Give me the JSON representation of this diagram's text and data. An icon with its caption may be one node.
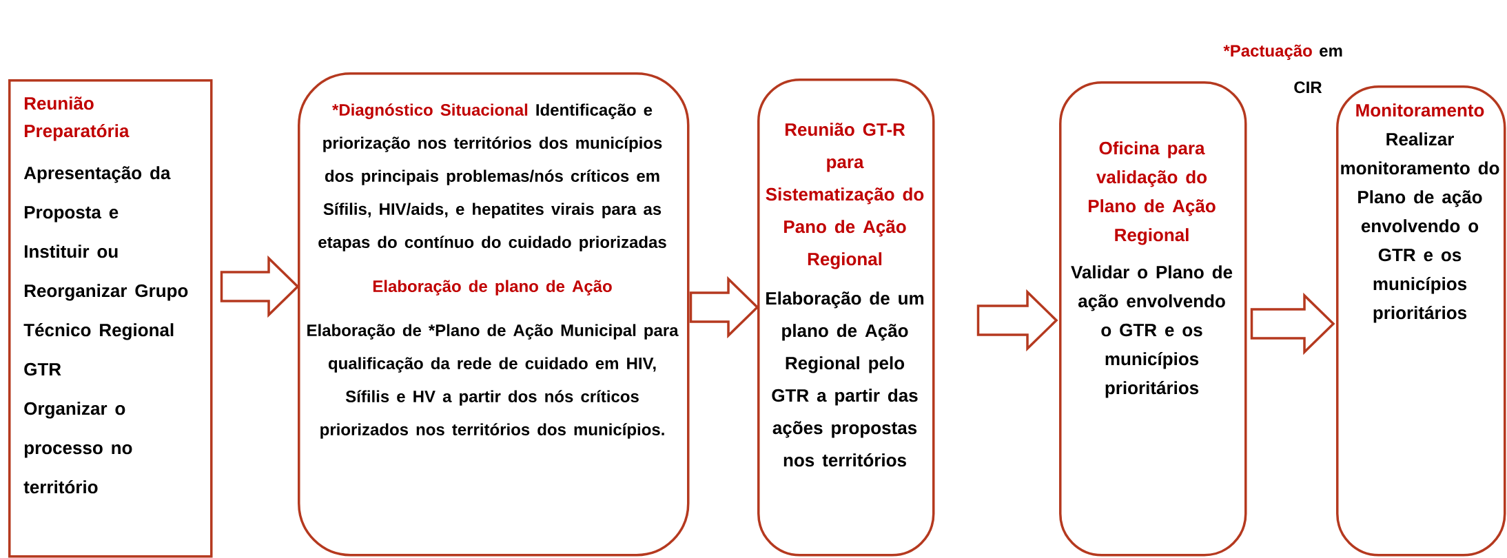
{
  "diagram": {
    "nodes": [
      {
        "text": [
          "Reunião Preparatória",
          "Apresentação da Proposta e",
          "Instituir ou Reorganizar Grupo Técnico Regional GTR",
          "Organizar o processo no território"
        ]
      },
      {
        "text": [
          "*Diagnóstico Situacional",
          "Identificação e priorização nos territórios dos municípios dos principais problemas/nós críticos em Sífilis, HIV/aids, e hepatites virais para as etapas do contínuo do cuidado priorizadas",
          "Elaboração de plano de Ação",
          "Elaboração de *Plano de Ação Municipal para qualificação da rede de cuidado em HIV, Sífilis e HV a partir dos nós críticos priorizados nos territórios dos municípios."
        ]
      },
      {
        "text": [
          "Reunião GT-R para Sistematização do Pano de Ação Regional",
          "Elaboração de um plano de Ação Regional pelo GTR a partir das ações propostas nos territórios"
        ]
      },
      {
        "text": [
          "Oficina para validação do Plano de Ação Regional",
          "Validar o Plano de ação envolvendo o GTR e os municípios prioritários"
        ]
      },
      {
        "text": [
          "Monitoramento",
          "Realizar monitoramento do Plano de ação envolvendo o GTR e os municípios prioritários"
        ]
      }
    ],
    "edges": [
      {
        "from": 0,
        "to": 1,
        "arrow": "to"
      },
      {
        "from": 1,
        "to": 2,
        "arrow": "to"
      },
      {
        "from": 2,
        "to": 3,
        "arrow": "to"
      },
      {
        "from": 3,
        "to": 4,
        "arrow": "to"
      }
    ],
    "labels": [
      "*Pactuação",
      "em",
      "CIR"
    ]
  }
}
